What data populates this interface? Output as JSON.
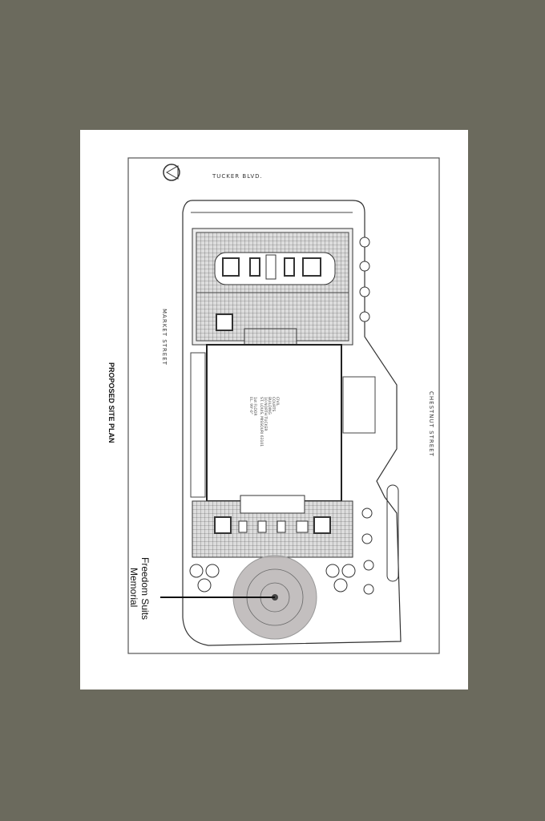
{
  "title": "PROPOSED SITE PLAN",
  "streets": {
    "top": "TUCKER BLVD.",
    "left": "MARKET STREET",
    "right": "CHESTNUT STREET"
  },
  "building": {
    "lines": [
      "CIVIL",
      "COURTS",
      "BUILDING",
      "10 NORTH TUCKER",
      "ST. LOUIS, MISSOURI 63101",
      "1st FLOOR",
      "EL. 99'-0\""
    ]
  },
  "callout": {
    "lines": [
      "Freedom Suits",
      "Memorial"
    ]
  },
  "colors": {
    "background": "#6b6a5d",
    "paper": "#ffffff",
    "memorial": "#b8b4b4"
  }
}
